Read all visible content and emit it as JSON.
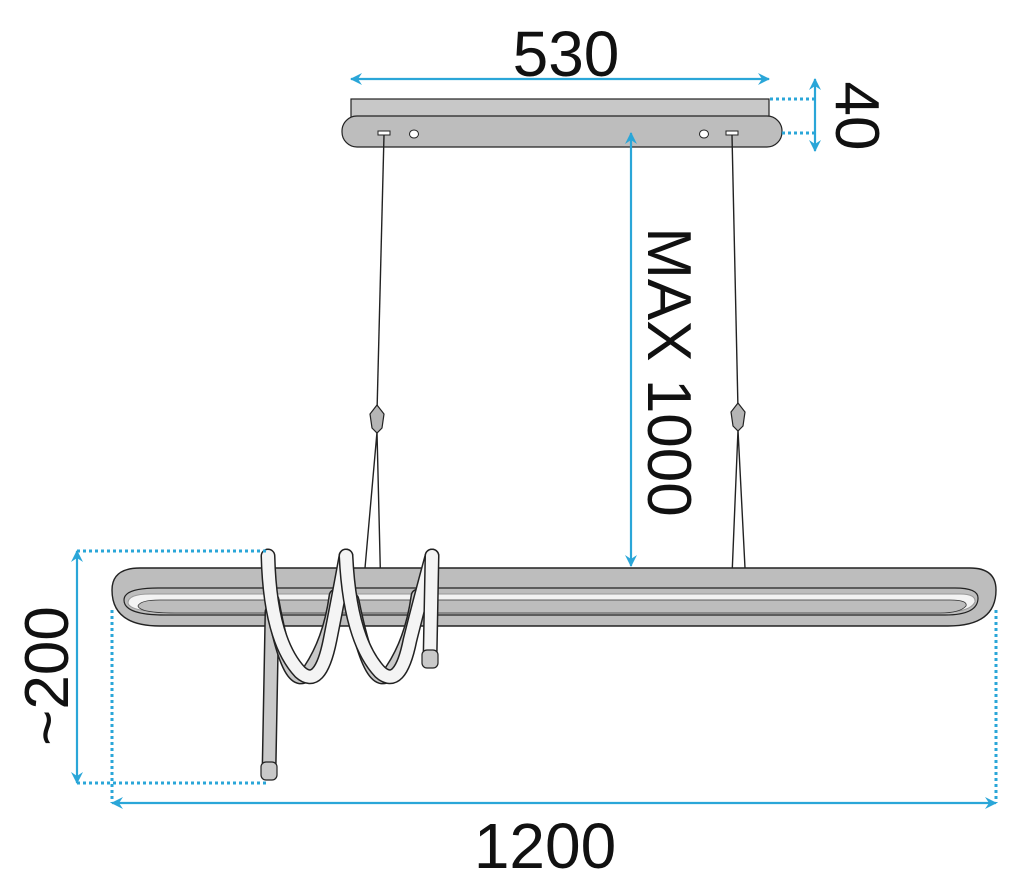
{
  "dimensions": {
    "canopy_width": "530",
    "canopy_height": "40",
    "max_drop": "MAX 1000",
    "tail_length": "~200",
    "body_width": "1200"
  },
  "colors": {
    "dimension_line": "#2aa6d8",
    "body_fill": "#bdbdbd",
    "canopy_fill": "#c4c4c4",
    "outline": "#222222",
    "led_strip": "#f2f2f2"
  }
}
